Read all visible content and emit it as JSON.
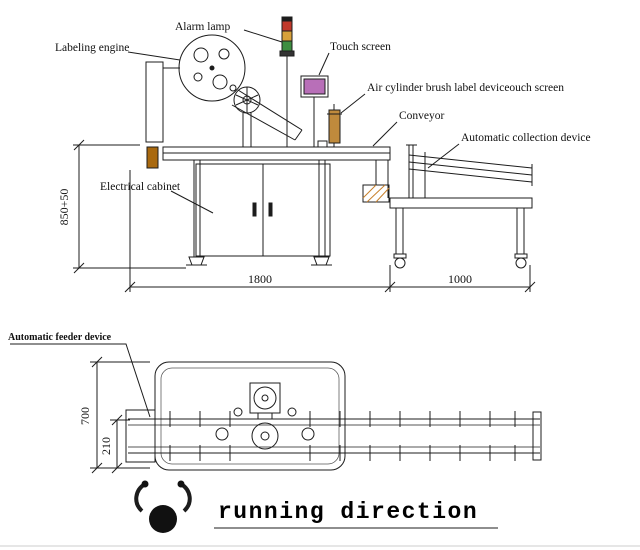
{
  "labels": {
    "alarm_lamp": "Alarm lamp",
    "labeling_engine": "Labeling engine",
    "touch_screen": "Touch screen",
    "air_cylinder_brush": "Air cylinder brush label deviceouch screen",
    "conveyor": "Conveyor",
    "automatic_collection_device": "Automatic collection device",
    "electrical_cabinet": "Electrical cabinet",
    "automatic_feeder_device": "Automatic feeder device",
    "running_direction": "running direction"
  },
  "dimensions": {
    "machine_height": "850+50",
    "main_length": "1800",
    "collection_length": "1000",
    "plan_width": "700",
    "conveyor_width": "210"
  },
  "colors": {
    "line": "#1c1c1c",
    "lamp_red": "#c0392b",
    "lamp_yellow": "#d8a13a",
    "lamp_green": "#3e8e41",
    "screen_purple": "#b86fb8",
    "cylinder_orange": "#bf8a3c",
    "feeder_brown": "#a9690f",
    "hatch_orange": "#c77f2a"
  }
}
